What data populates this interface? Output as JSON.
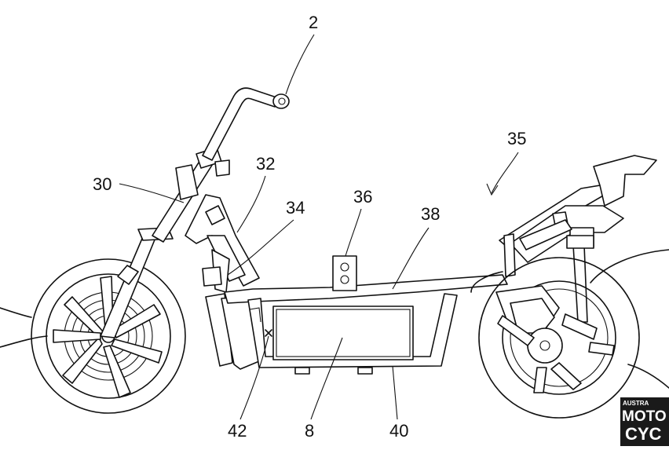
{
  "labels": {
    "handlebar": "2",
    "battery": "8",
    "front_fork": "30",
    "head_frame": "32",
    "down_frame": "34",
    "vehicle_body": "35",
    "connector": "36",
    "floor_frame": "38",
    "lower_frame": "40",
    "center": "42"
  },
  "logo": {
    "top": "AUSTRA",
    "line1": "MOTO",
    "line2": "CYC"
  }
}
